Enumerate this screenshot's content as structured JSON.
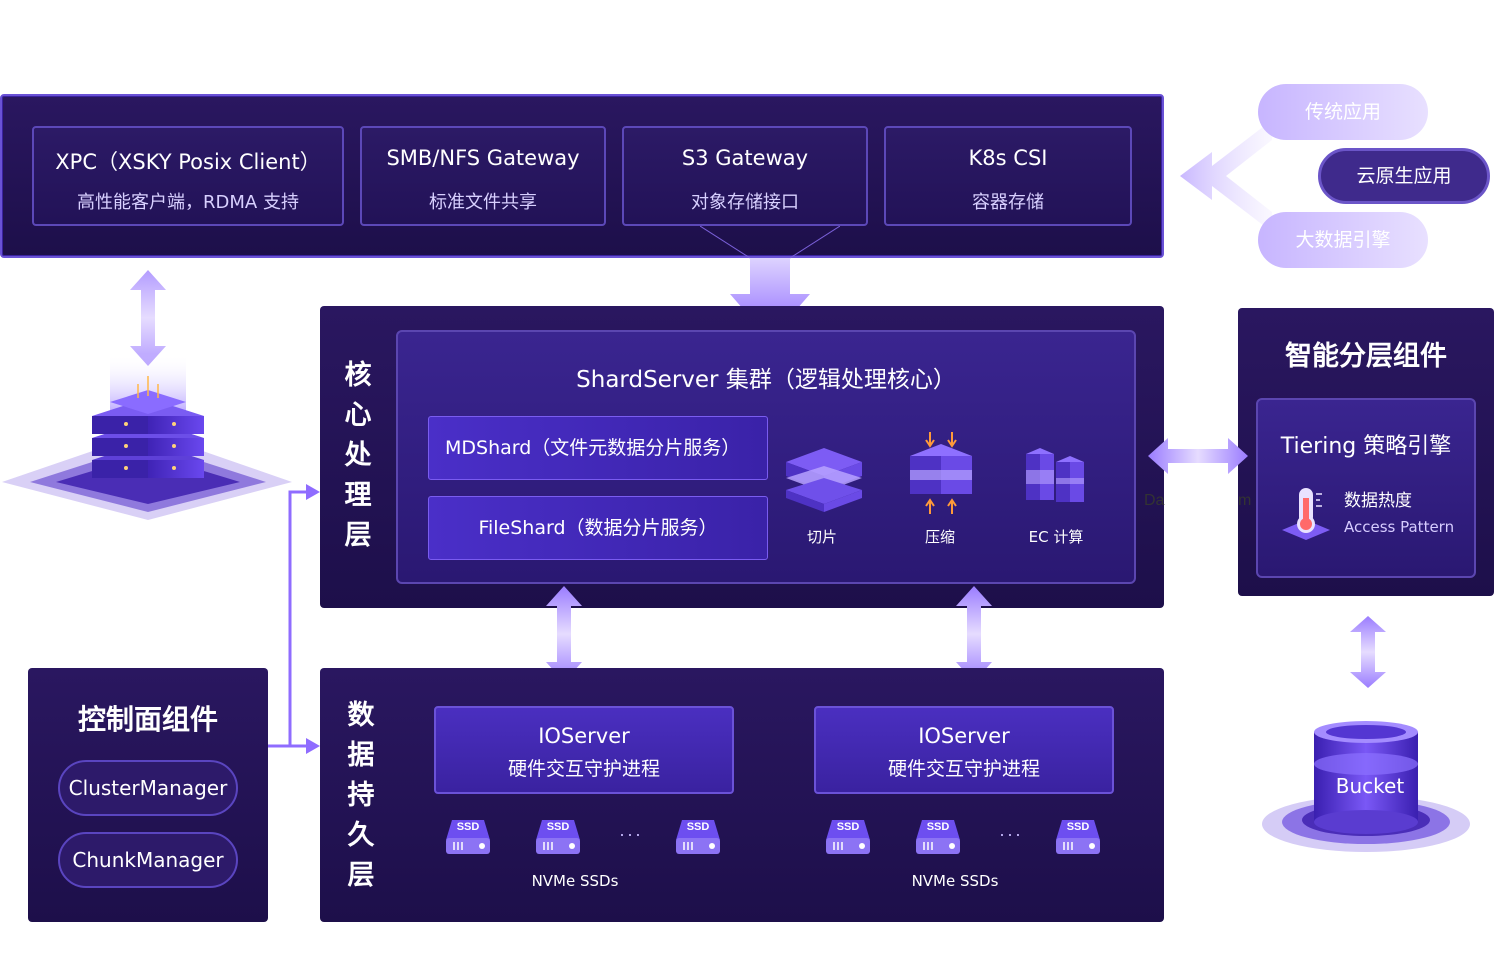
{
  "clients": [
    {
      "title": "XPC（XSKY Posix Client）",
      "subtitle": "高性能客户端，RDMA 支持"
    },
    {
      "title": "SMB/NFS Gateway",
      "subtitle": "标准文件共享"
    },
    {
      "title": "S3 Gateway",
      "subtitle": "对象存储接口"
    },
    {
      "title": "K8s CSI",
      "subtitle": "容器存储"
    }
  ],
  "apps": [
    "传统应用",
    "云原生应用",
    "大数据引擎"
  ],
  "core_layer": {
    "label": [
      "核",
      "心",
      "处",
      "理",
      "层"
    ],
    "cluster_title": "ShardServer 集群（逻辑处理核心）",
    "shards": [
      "MDShard（文件元数据分片服务）",
      "FileShard（数据分片服务）"
    ],
    "ops": [
      "切片",
      "压缩",
      "EC 计算"
    ]
  },
  "data_layer": {
    "label": [
      "数",
      "据",
      "持",
      "久",
      "层"
    ],
    "ioservers": [
      {
        "title": "IOServer",
        "subtitle": "硬件交互守护进程"
      },
      {
        "title": "IOServer",
        "subtitle": "硬件交互守护进程"
      }
    ],
    "ssd_badge": "SSD",
    "ellipsis": "···",
    "nvme_label": "NVMe SSDs"
  },
  "control_plane": {
    "title": "控制面组件",
    "components": [
      "ClusterManager",
      "ChunkManager"
    ]
  },
  "tiering": {
    "title": "智能分层组件",
    "engine": "Tiering 策略引擎",
    "heat_label": "数据热度",
    "heat_sub": "Access Pattern",
    "flow_left": "Da",
    "flow_right": "m"
  },
  "bucket_label": "Bucket"
}
